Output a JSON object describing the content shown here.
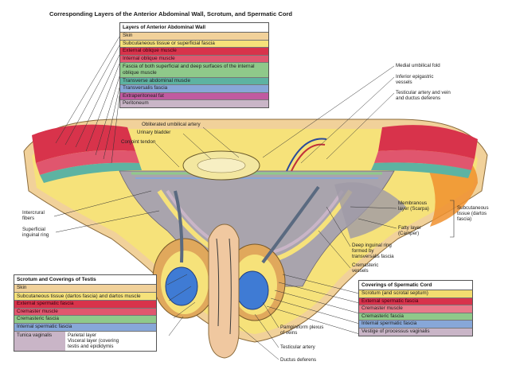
{
  "title": "Corresponding Layers of the Anterior Abdominal Wall, Scrotum, and Spermatic Cord",
  "wall_legend": {
    "heading": "Layers of Anterior Abdominal Wall",
    "rows": [
      {
        "text": "Skin",
        "color": "#f1d19a"
      },
      {
        "text": "Subcutaneous tissue or superficial fascia",
        "color": "#f6e27a"
      },
      {
        "text": "External oblique muscle",
        "color": "#d8334b"
      },
      {
        "text": "Internal oblique muscle",
        "color": "#e0566e"
      },
      {
        "text": "Fascia of both superficial and deep surfaces of the internal oblique muscle",
        "color": "#8fc98a"
      },
      {
        "text": "Transverse abdominal muscle",
        "color": "#5db3a2"
      },
      {
        "text": "Transversalis fascia",
        "color": "#87a7d8"
      },
      {
        "text": "Extraperitoneal fat",
        "color": "#c05aa0"
      },
      {
        "text": "Peritoneum",
        "color": "#c9b5c7"
      }
    ]
  },
  "testis_legend": {
    "heading": "Scrotum and Coverings of Testis",
    "rows": [
      {
        "text": "Skin",
        "color": "#f1d19a"
      },
      {
        "text": "Subcutaneous tissue (dartos fascia) and dartos muscle",
        "color": "#f6e27a"
      },
      {
        "text": "External spermatic fascia",
        "color": "#d8334b"
      },
      {
        "text": "Cremaster muscle",
        "color": "#e0566e"
      },
      {
        "text": "Cremasteric fascia",
        "color": "#8fc98a"
      },
      {
        "text": "Internal spermatic fascia",
        "color": "#87a7d8"
      }
    ],
    "tunica": "Tunica vaginalis",
    "parietal": "Parietal layer",
    "visceral": "Visceral layer (covering testis and epididymis"
  },
  "cord_legend": {
    "heading": "Coverings of Spermatic Cord",
    "rows": [
      {
        "text": "Scrotum (and scrotal septum)",
        "color": "#f3dc70"
      },
      {
        "text": "External spermatic fascia",
        "color": "#d8334b"
      },
      {
        "text": "Cremaster muscle",
        "color": "#e97a8a"
      },
      {
        "text": "Cremasteric fascia",
        "color": "#8fc98a"
      },
      {
        "text": "Internal spermatic fascia",
        "color": "#87a7d8"
      },
      {
        "text": "Vestige of processus vaginalis",
        "color": "#c9b5c7"
      }
    ]
  },
  "labels": {
    "medial_umbilical_fold": "Medial umbilical fold",
    "inferior_epigastric": "Inferior epigastric vessels",
    "testicular_artery": "Testicular artery and vein and ductus deferens",
    "obliterated_umbilical": "Obliterated umbilical artery",
    "urinary_bladder": "Urinary bladder",
    "conjoint_tendon": "Conjoint tendon",
    "intercrural": "Intercrural fibers",
    "superficial_ring": "Superficial inguinal ring",
    "membranous": "Membranous layer (Scarpa)",
    "fatty": "Fatty layer (Camper)",
    "subcutaneous": "Subcutaneous tissue (dartos fascia)",
    "deep_ring": "Deep inguinal ring formed by transversalis fascia",
    "cremasteric_vessels": "Cremasteric vessels",
    "pampiniform": "Pampiniform plexus of veins",
    "testicular_artery2": "Testicular artery",
    "ductus": "Ductus deferens"
  }
}
